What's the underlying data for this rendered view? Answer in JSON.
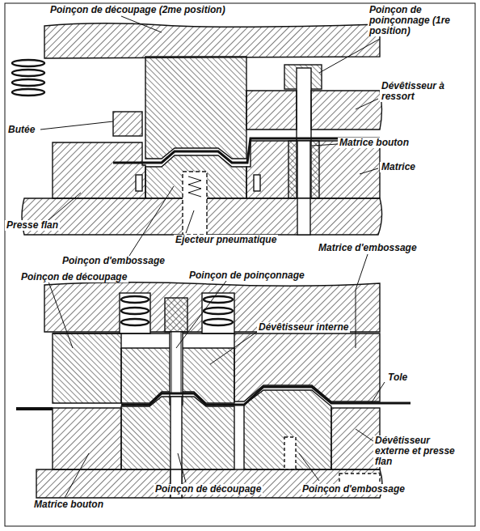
{
  "diagram": {
    "labels": [
      "Poinçon de découpage (2me position)",
      "Poinçon de poinçonnage (1re position)",
      "Butée",
      "Dévêtisseur à ressort",
      "Matrice bouton",
      "Matrice",
      "Presse flan",
      "Ejecteur pneumatique",
      "Poinçon d'embossage",
      "Matrice d'embossage",
      "Poinçon de découpage",
      "Poinçon de poinçonnage",
      "Dévêtisseur interne",
      "Tole",
      "Dévêtisseur externe et presse flan",
      "Matrice bouton",
      "Poinçon de découpage",
      "Poinçon d'embossage"
    ]
  }
}
